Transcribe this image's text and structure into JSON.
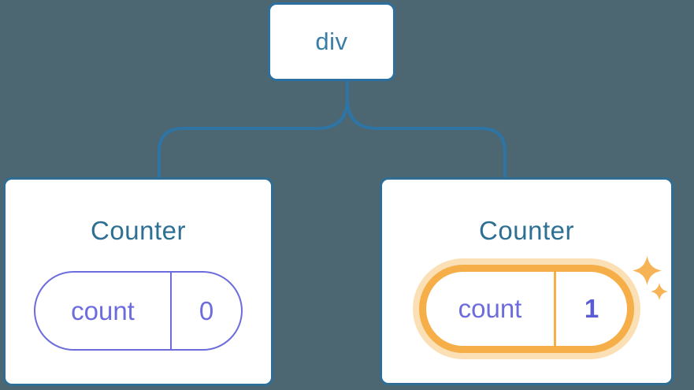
{
  "diagram": {
    "description": "React component tree showing state preservation",
    "root": {
      "label": "div"
    },
    "children": [
      {
        "title": "Counter",
        "state": {
          "key": "count",
          "value": "0"
        },
        "highlighted": false
      },
      {
        "title": "Counter",
        "state": {
          "key": "count",
          "value": "1"
        },
        "highlighted": true
      }
    ],
    "icons": {
      "sparkle_large": "sparkle-large-icon",
      "sparkle_small": "sparkle-small-icon"
    },
    "colors": {
      "background": "#4C6772",
      "connector_blue": "#2E74A4",
      "node_border_blue": "#2B70A0",
      "card_border_blue": "#2E6E94",
      "root_label_blue": "#3A7EA8",
      "title_blue": "#2D7094",
      "state_purple": "#6C6CDC",
      "value_indigo": "#5B5BD6",
      "highlight_orange": "#F6AE49",
      "highlight_glow": "#FBE0B6",
      "sparkle_orange": "#F6B457",
      "card_white": "#FFFFFF"
    }
  }
}
